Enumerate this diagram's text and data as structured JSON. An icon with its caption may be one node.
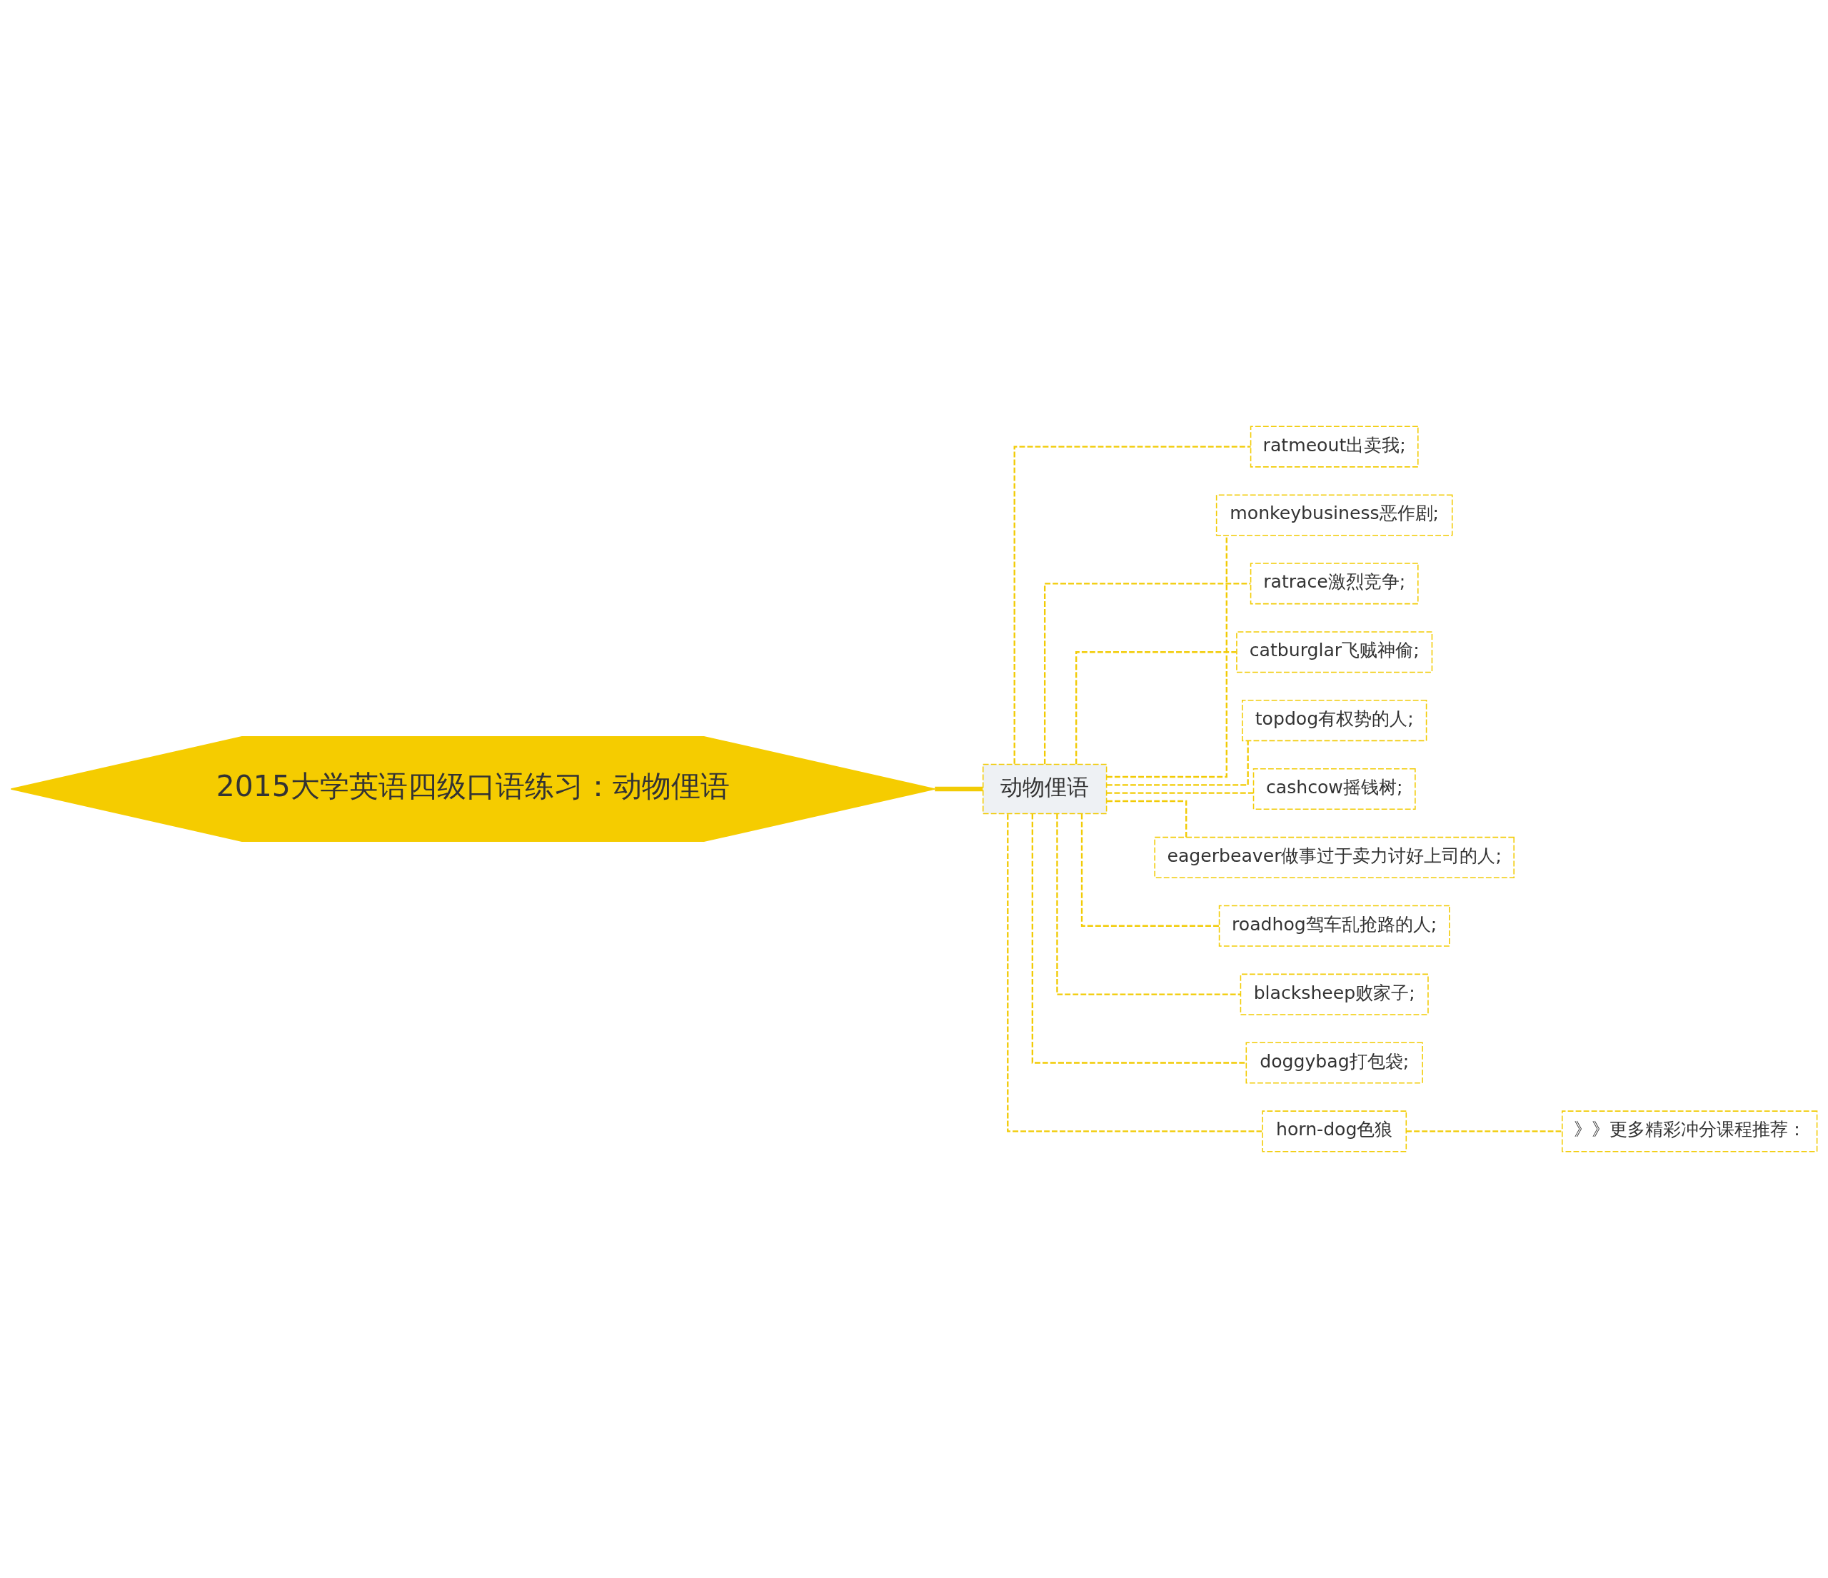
{
  "diagram": {
    "nodes": [
      {
        "text": [
          "2015大学英语四级口语练习：动物俚语"
        ]
      },
      {
        "text": [
          "动物俚语"
        ]
      },
      {
        "text": [
          "ratmeout出卖我;"
        ]
      },
      {
        "text": [
          "monkeybusiness恶作剧;"
        ]
      },
      {
        "text": [
          "ratrace激烈竞争;"
        ]
      },
      {
        "text": [
          "catburglar飞贼神偷;"
        ]
      },
      {
        "text": [
          "topdog有权势的人;"
        ]
      },
      {
        "text": [
          "cashcow摇钱树;"
        ]
      },
      {
        "text": [
          "eagerbeaver做事过于卖力讨好上司的人;"
        ]
      },
      {
        "text": [
          "roadhog驾车乱抢路的人;"
        ]
      },
      {
        "text": [
          "blacksheep败家子;"
        ]
      },
      {
        "text": [
          "doggybag打包袋;"
        ]
      },
      {
        "text": [
          "horn-dog色狼"
        ]
      },
      {
        "text": [
          "》》更多精彩冲分课程推荐："
        ]
      }
    ],
    "edges": [
      {
        "from": 0,
        "to": 1,
        "arrow": "none",
        "style": "thick"
      },
      {
        "from": 1,
        "to": 2,
        "arrow": "none",
        "style": "dashed"
      },
      {
        "from": 1,
        "to": 3,
        "arrow": "none",
        "style": "dashed"
      },
      {
        "from": 1,
        "to": 4,
        "arrow": "none",
        "style": "dashed"
      },
      {
        "from": 1,
        "to": 5,
        "arrow": "none",
        "style": "dashed"
      },
      {
        "from": 1,
        "to": 6,
        "arrow": "none",
        "style": "dashed"
      },
      {
        "from": 1,
        "to": 7,
        "arrow": "none",
        "style": "dashed"
      },
      {
        "from": 1,
        "to": 8,
        "arrow": "none",
        "style": "dashed"
      },
      {
        "from": 1,
        "to": 9,
        "arrow": "none",
        "style": "dashed"
      },
      {
        "from": 1,
        "to": 10,
        "arrow": "none",
        "style": "dashed"
      },
      {
        "from": 1,
        "to": 11,
        "arrow": "none",
        "style": "dashed"
      },
      {
        "from": 1,
        "to": 12,
        "arrow": "none",
        "style": "dashed"
      },
      {
        "from": 12,
        "to": 13,
        "arrow": "none",
        "style": "dashed"
      }
    ]
  }
}
